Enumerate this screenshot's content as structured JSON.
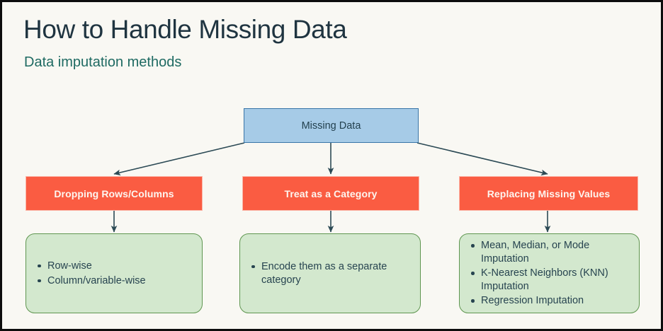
{
  "slide": {
    "title": "How to Handle Missing Data",
    "subtitle": "Data imputation methods",
    "background_color": "#f9f8f3",
    "frame_color": "#0d0d0d"
  },
  "colors": {
    "title_text": "#1f3440",
    "subtitle_text": "#1e6a62",
    "root_fill": "#a6cbe7",
    "root_border": "#3a76a8",
    "category_fill": "#fa5c42",
    "category_text": "#fdf6f0",
    "detail_fill": "#d3e8ce",
    "detail_border": "#5f9650",
    "body_text": "#274450",
    "connector": "#2c4a55"
  },
  "diagram": {
    "root": {
      "label": "Missing Data"
    },
    "branches": [
      {
        "category": "Dropping Rows/Columns",
        "details": [
          "Row-wise",
          "Column/variable-wise"
        ]
      },
      {
        "category": "Treat as a Category",
        "details": [
          "Encode them as a separate category"
        ]
      },
      {
        "category": "Replacing Missing Values",
        "details": [
          "Mean, Median, or Mode Imputation",
          "K-Nearest Neighbors (KNN) Imputation",
          "Regression Imputation"
        ]
      }
    ]
  }
}
